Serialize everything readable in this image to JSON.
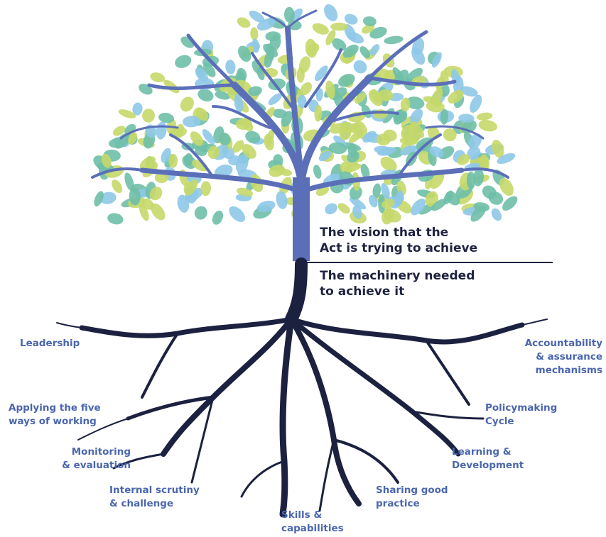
{
  "captions": {
    "vision": "The vision that the\nAct is trying to achieve",
    "machinery": "The machinery needed\nto achieve it"
  },
  "labels": {
    "leadership": "Leadership",
    "five_ways": "Applying the five\nways of working",
    "monitoring": "Monitoring\n& evaluation",
    "scrutiny": "Internal scrutiny\n& challenge",
    "skills": "Skills &\ncapabilities",
    "sharing": "Sharing good\npractice",
    "learning": "Learning &\nDevelopment",
    "policymaking": "Policymaking\nCycle",
    "accountability": "Accountability\n& assurance\nmechanisms"
  },
  "colors": {
    "trunk": "#5b6fb8",
    "roots": "#1c2140",
    "label_text": "#4a66ad",
    "caption_text": "#1f2340",
    "leaf_green": "#6fbfa8",
    "leaf_lime": "#c5d86a",
    "leaf_blue": "#8ec8e8"
  }
}
